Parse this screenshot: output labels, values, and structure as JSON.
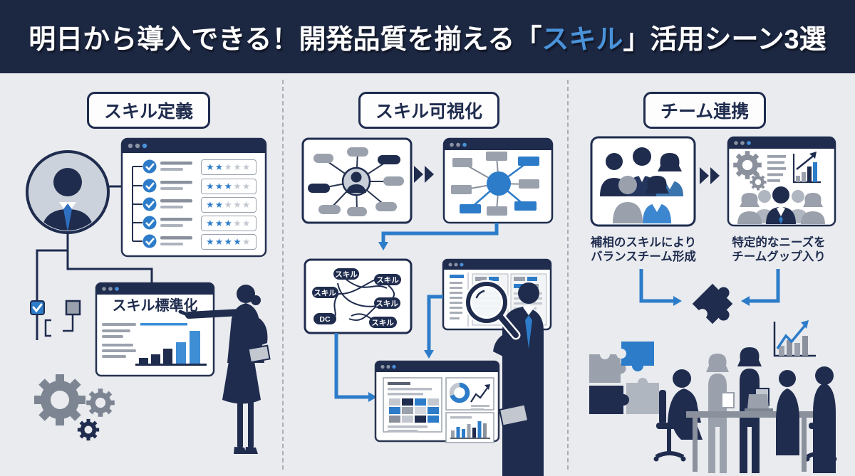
{
  "colors": {
    "header_bg": "#1c2742",
    "navy": "#1f2c4e",
    "blue": "#2d7cc9",
    "highlight_blue": "#4a93da",
    "gray": "#9aa1ac",
    "background": "#e9ebef"
  },
  "header": {
    "title_pre": "明日から導入できる！開発品質を揃える",
    "bracket_open": "「",
    "title_highlight": "スキル",
    "bracket_close": "」",
    "title_post": "活用シーン3選"
  },
  "sections": [
    {
      "label": "スキル定義"
    },
    {
      "label": "スキル可視化"
    },
    {
      "label": "チーム連携"
    }
  ],
  "skill_definition": {
    "rating_rows": [
      {
        "filled": "★★",
        "empty": "★★★"
      },
      {
        "filled": "★★★",
        "empty": "★★"
      },
      {
        "filled": "★★",
        "empty": "★★★"
      },
      {
        "filled": "★★★",
        "empty": "★★"
      },
      {
        "filled": "★★★★",
        "empty": "★"
      }
    ],
    "chart_window_title": "スキル標準化"
  },
  "skill_visualization": {
    "node_labels": [
      "スキル",
      "スキル",
      "スキル",
      "スキル",
      "DC",
      "スキル"
    ]
  },
  "team_collaboration": {
    "caption_left": {
      "line1": "補相のスキルにより",
      "line2": "バランスチーム形成"
    },
    "caption_right": {
      "line1": "特定的なニーズを",
      "line2": "チームグップ入り"
    }
  }
}
